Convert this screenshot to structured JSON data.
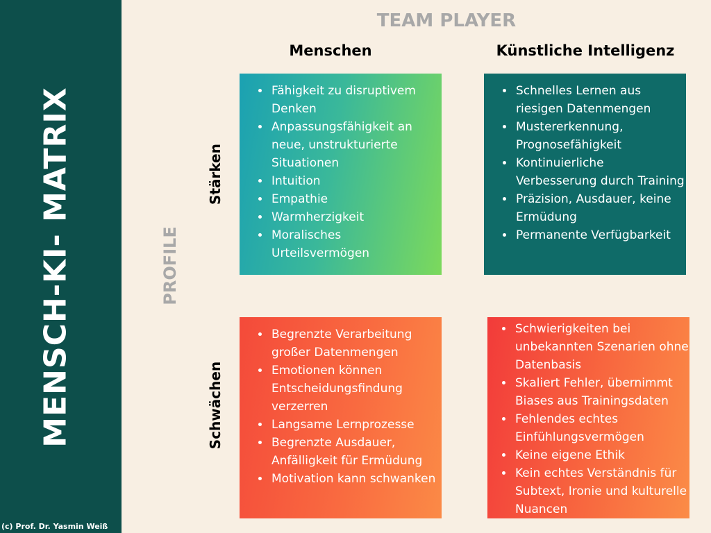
{
  "sidebar": {
    "title": "MENSCH-KI- MATRIX",
    "copyright": "(c) Prof. Dr. Yasmin Weiß"
  },
  "header": {
    "team_player": "TEAM PLAYER",
    "columns": [
      "Menschen",
      "Künstliche Intelligenz"
    ]
  },
  "profile_label": "PROFILE",
  "rows": [
    "Stärken",
    "Schwächen"
  ],
  "colors": {
    "sidebar": "#0d4f4b",
    "background": "#f8efe3",
    "ai_strengths": "#0f6b68",
    "human_strengths_gradient": [
      "#1ba1b2",
      "#7cd95c"
    ],
    "weaknesses_gradient": [
      "#f44a3a",
      "#fb8a46"
    ]
  },
  "boxes": {
    "human_strengths": [
      "Fähigkeit zu disruptivem Denken",
      "Anpassungsfähigkeit an neue, unstrukturierte Situationen",
      "Intuition",
      "Empathie",
      "Warmherzigkeit",
      "Moralisches Urteilsvermögen"
    ],
    "ai_strengths": [
      "Schnelles Lernen aus riesigen Datenmengen",
      "Mustererkennung, Prognosefähigkeit",
      "Kontinuierliche Verbesserung durch Training",
      "Präzision, Ausdauer, keine Ermüdung",
      "Permanente Verfügbarkeit"
    ],
    "human_weaknesses": [
      "Begrenzte Verarbeitung großer Datenmengen",
      "Emotionen können Entscheidungsfindung verzerren",
      "Langsame Lernprozesse",
      "Begrenzte Ausdauer, Anfälligkeit für Ermüdung",
      "Motivation kann schwanken"
    ],
    "ai_weaknesses": [
      "Schwierigkeiten bei unbekannten Szenarien ohne Datenbasis",
      "Skaliert Fehler, übernimmt Biases aus Trainingsdaten",
      "Fehlendes echtes Einfühlungsvermögen",
      "Keine eigene Ethik",
      "Kein echtes Verständnis für Subtext, Ironie und kulturelle Nuancen"
    ]
  }
}
